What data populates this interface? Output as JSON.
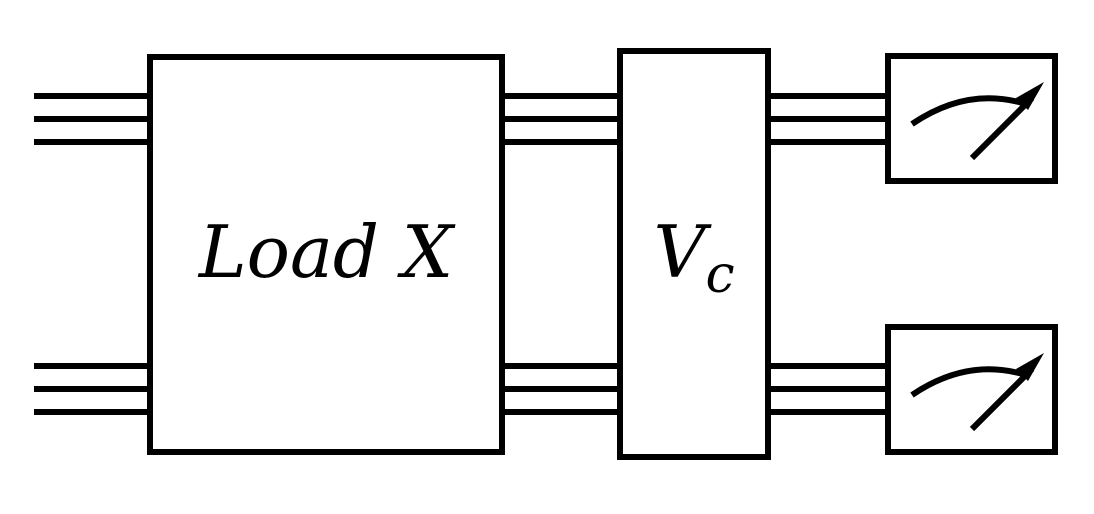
{
  "diagram": {
    "load_block": {
      "label": "Load X"
    },
    "vc_block": {
      "label_main": "V",
      "label_sub": "c"
    },
    "meters": [
      {
        "icon": "meter-icon"
      },
      {
        "icon": "meter-icon"
      }
    ],
    "colors": {
      "stroke": "#000000",
      "background": "#ffffff"
    }
  }
}
